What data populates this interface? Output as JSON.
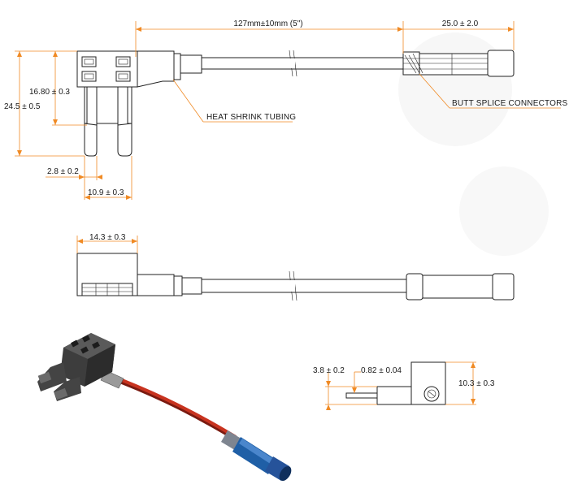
{
  "colors": {
    "outline": "#222222",
    "dimension_line": "#f08a24",
    "callout_line": "#f08a24",
    "wire_red": "#c8331f",
    "connector_blue": "#1f5fa6",
    "body_dark": "#4a4a4a"
  },
  "top_view": {
    "dim_length": "127mm±10mm (5\")",
    "dim_butt_length": "25.0 ± 2.0",
    "dim_total_height": "24.5 ± 0.5",
    "dim_body_height": "16.80 ± 0.3",
    "dim_blade_width": "2.8 ± 0.2",
    "dim_blade_span": "10.9 ± 0.3",
    "callout_heat_shrink": "HEAT SHRINK TUBING",
    "callout_butt_splice": "BUTT SPLICE CONNECTORS"
  },
  "side_view": {
    "dim_body_width": "14.3 ± 0.3"
  },
  "end_view": {
    "dim_blade_height": "3.8 ± 0.2",
    "dim_blade_thickness": "0.82 ± 0.04",
    "dim_body_depth": "10.3 ± 0.3"
  },
  "product_render": {
    "icons": [
      "fuse-tap-body",
      "red-wire",
      "blue-butt-connector"
    ]
  }
}
